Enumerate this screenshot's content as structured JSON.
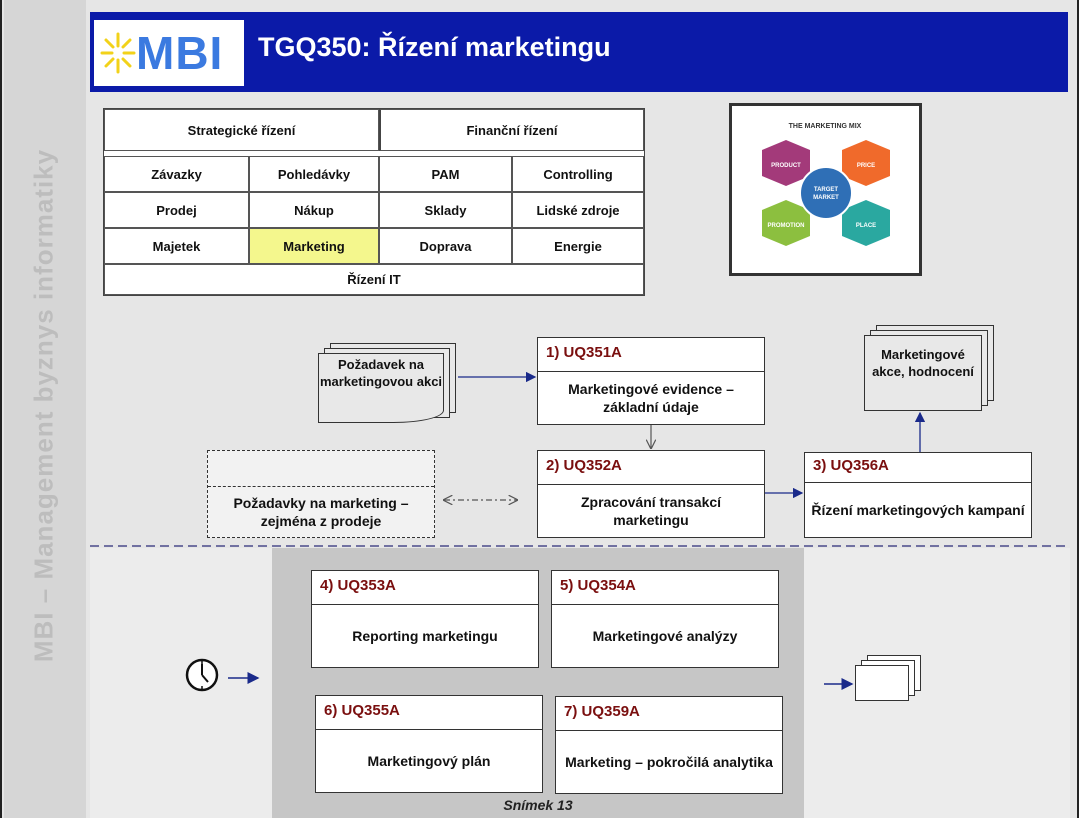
{
  "sidebar": {
    "text": "MBI – Management byznys informatiky"
  },
  "header": {
    "logo": "MBI",
    "title": "TGQ350: Řízení marketingu"
  },
  "modules": {
    "strategic": "Strategické řízení",
    "financial": "Finanční řízení",
    "row1": [
      "Závazky",
      "Pohledávky",
      "PAM",
      "Controlling"
    ],
    "row2": [
      "Prodej",
      "Nákup",
      "Sklady",
      "Lidské zdroje"
    ],
    "row3": [
      "Majetek",
      "Marketing",
      "Doprava",
      "Energie"
    ],
    "it": "Řízení IT"
  },
  "marketing_mix": {
    "title": "THE MARKETING MIX",
    "product": "PRODUCT",
    "price": "PRICE",
    "promotion": "PROMOTION",
    "place": "PLACE",
    "center_line1": "TARGET",
    "center_line2": "MARKET"
  },
  "flow": {
    "input_doc": "Požadavek na marketingovou akci",
    "output_doc": "Marketingové akce, hodnocení",
    "requirements": "Požadavky na marketing – zejména z prodeje",
    "p1": {
      "num": "1)",
      "code": "UQ351A",
      "text": "Marketingové evidence – základní údaje"
    },
    "p2": {
      "num": "2)",
      "code": "UQ352A",
      "text": "Zpracování transakcí marketingu"
    },
    "p3": {
      "num": "3)",
      "code": "UQ356A",
      "text": "Řízení marketingových kampaní"
    },
    "p4": {
      "num": "4)",
      "code": "UQ353A",
      "text": "Reporting marketingu"
    },
    "p5": {
      "num": "5)",
      "code": "UQ354A",
      "text": "Marketingové analýzy"
    },
    "p6": {
      "num": "6)",
      "code": "UQ355A",
      "text": "Marketingový plán"
    },
    "p7": {
      "num": "7)",
      "code": "UQ359A",
      "text": "Marketing – pokročilá analytika"
    }
  },
  "footer": "Snímek 13",
  "colors": {
    "header": "#0b1aa8",
    "highlight": "#f4f78d",
    "code": "#7a0f0f",
    "product": "#a33a7a",
    "price": "#f06a2b",
    "promotion": "#8cbf3f",
    "place": "#2aa8a0",
    "center": "#2f6fb6"
  }
}
